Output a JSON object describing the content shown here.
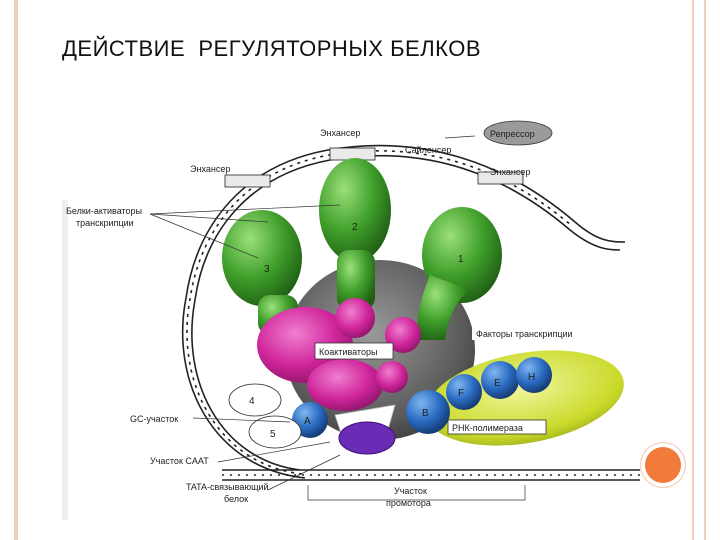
{
  "slide": {
    "title": "ДЕЙСТВИЕ  РЕГУЛЯТОРНЫХ БЕЛКОВ"
  },
  "diagram": {
    "labels": {
      "enhancer_top": "Энхансер",
      "enhancer_left": "Энхансер",
      "enhancer_right": "Энхансер",
      "silencer": "Сайленсер",
      "repressor": "Репрессор",
      "activators_line1": "Белки-активаторы",
      "activators_line2": "транскрипции",
      "coactivators": "Коактиваторы",
      "transcription_factors": "Факторы транскрипции",
      "rna_polymerase": "РНК-полимераза",
      "gc_site": "GC-участок",
      "caat_site": "Участок CAAT",
      "tata_line1": "TATA-связывающий",
      "tata_line2": "белок",
      "promoter_line1": "Участок",
      "promoter_line2": "промотора"
    },
    "numbers": {
      "activator_1": "1",
      "activator_2": "2",
      "activator_3": "3",
      "site_4": "4",
      "site_5": "5",
      "factor_a": "A",
      "factor_b": "B",
      "factor_e": "E",
      "factor_f": "F",
      "factor_h": "H"
    },
    "colors": {
      "activator_green": "#3f9f2a",
      "coactivator_magenta": "#d0259b",
      "factor_blue": "#2a6bc2",
      "polymerase_yellow": "#c9da2a",
      "tata_purple": "#6a2bb5",
      "core_gray": "#5a5a5a"
    }
  }
}
